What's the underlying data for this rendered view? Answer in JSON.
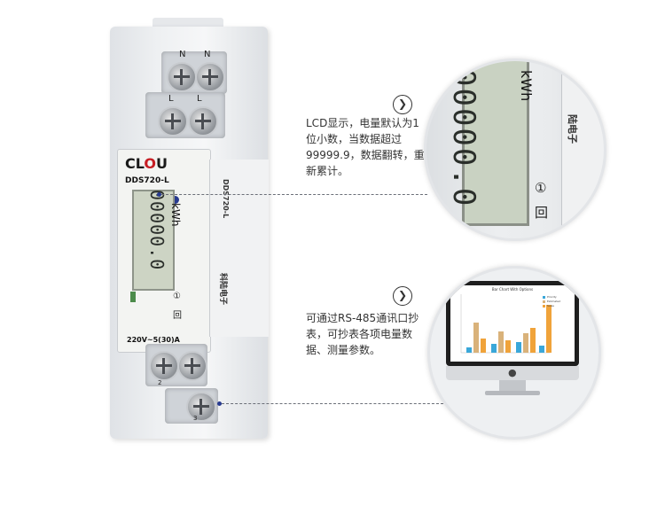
{
  "meter": {
    "brand": "CL",
    "brand_o": "O",
    "brand_tail": "U",
    "model": "DDS720-L",
    "model_side": "DDS720-L",
    "digits": "00000.0",
    "unit": "kWh",
    "spec": "220V~5(30)A",
    "terminal_top_left": "N",
    "terminal_top_right": "N",
    "terminal_mid_left": "L",
    "terminal_mid_right": "L",
    "terminal_bottom_2": "2",
    "terminal_bottom_3": "3",
    "company": "科陆电子"
  },
  "zoom_lcd": {
    "digits": "00000.0",
    "unit": "kWh",
    "company": "陆电子"
  },
  "callout_1": {
    "arrow": "❯",
    "text": "LCD显示，电量默认为1位小数，当数据超过99999.9，数据翻转，重新累计。"
  },
  "callout_2": {
    "arrow": "❯",
    "text": "可通过RS-485通讯口抄表，可抄表各项电量数据、测量参数。"
  },
  "monitor": {
    "chart_title": "Bar Chart With Options",
    "legend": [
      "Priority",
      "Estimated",
      "Sales"
    ]
  },
  "colors": {
    "accent_blue": "#273a8f",
    "brand_red": "#c61d23",
    "bar_blue": "#3aa7d9",
    "bar_tan": "#d9b27a",
    "bar_orange": "#f0a33a"
  }
}
